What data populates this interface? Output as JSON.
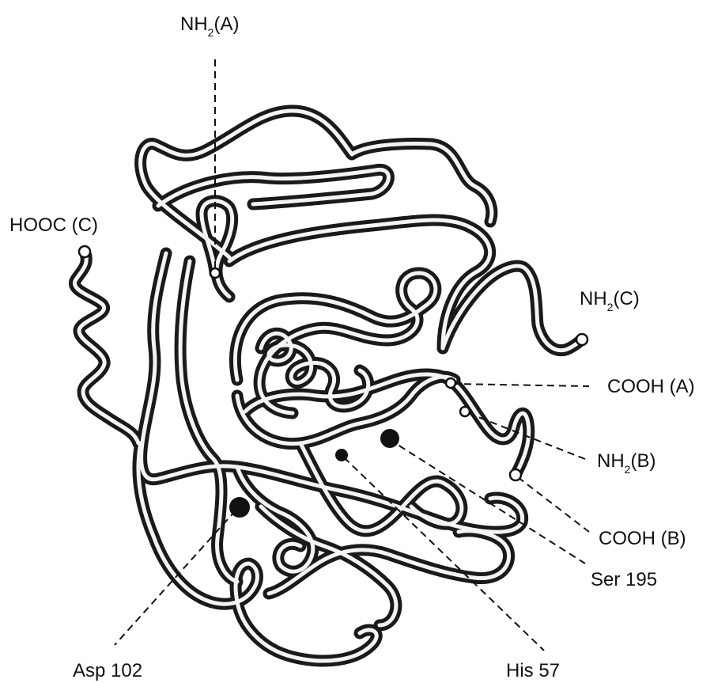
{
  "labels": {
    "nh2_a": {
      "main": "NH",
      "sub": "2",
      "tail": "(A)"
    },
    "hooc_c": "HOOC (C)",
    "nh2_c": {
      "main": "NH",
      "sub": "2",
      "tail": "(C)"
    },
    "cooh_a": "COOH (A)",
    "nh2_b": {
      "main": "NH",
      "sub": "2",
      "tail": "(B)"
    },
    "cooh_b": "COOH (B)",
    "ser195": "Ser 195",
    "his57": "His 57",
    "asp102": "Asp 102"
  },
  "colors": {
    "tube_outline": "#1a1a1a",
    "tube_highlight": "#f4f4f4",
    "text": "#111111",
    "background": "#ffffff"
  }
}
